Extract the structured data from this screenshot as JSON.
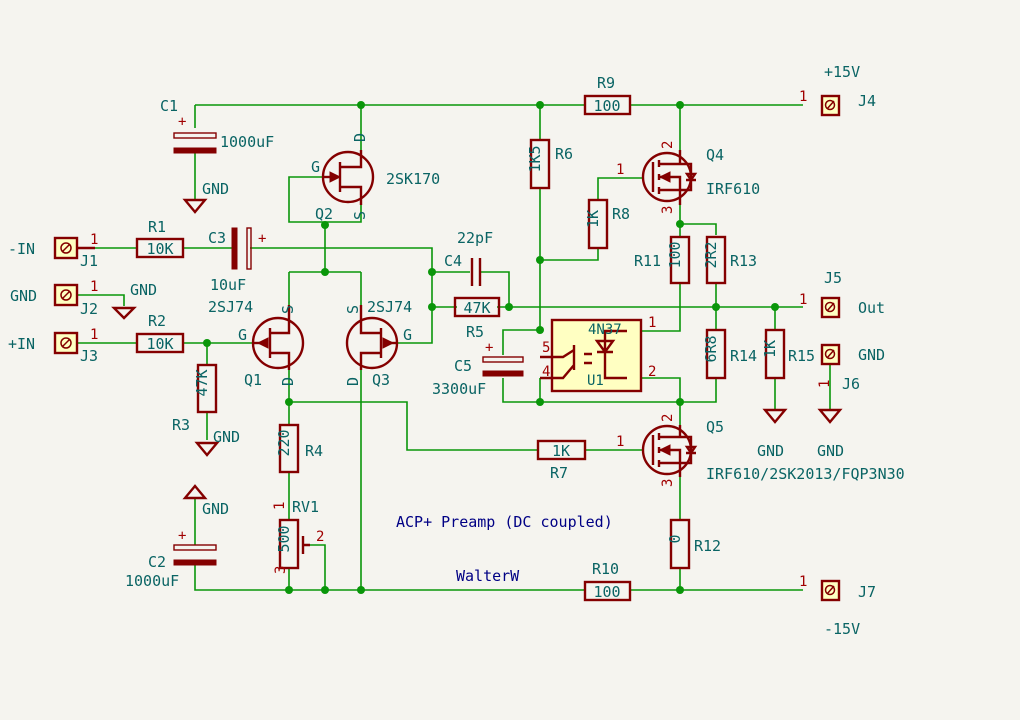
{
  "notes": {
    "title": "ACP+ Preamp (DC coupled)",
    "author": "WalterW"
  },
  "colors": {
    "wire": "#0a960a",
    "component": "#840000",
    "text": "#0a6464",
    "pin": "#a00000",
    "note": "#000084",
    "fill": "#ffffc2",
    "background": "#f5f4ef"
  },
  "power": {
    "gnd": "GND"
  },
  "pins": {
    "p1": "1",
    "p2": "2",
    "p3": "3",
    "p4": "4",
    "p5": "5",
    "g": "G",
    "s": "S",
    "d": "D",
    "plus": "+"
  },
  "connectors": {
    "J1": {
      "ref": "J1",
      "label": "-IN"
    },
    "J2": {
      "ref": "J2",
      "label": "GND"
    },
    "J3": {
      "ref": "J3",
      "label": "+IN"
    },
    "J4": {
      "ref": "J4",
      "label": "+15V"
    },
    "J5": {
      "ref": "J5",
      "label": "Out"
    },
    "J6": {
      "ref": "J6",
      "label": "GND"
    },
    "J7": {
      "ref": "J7",
      "label": "-15V"
    }
  },
  "resistors": {
    "R1": {
      "ref": "R1",
      "value": "10K"
    },
    "R2": {
      "ref": "R2",
      "value": "10K"
    },
    "R3": {
      "ref": "R3",
      "value": "47K"
    },
    "R4": {
      "ref": "R4",
      "value": "220"
    },
    "R5": {
      "ref": "R5",
      "value": "47K"
    },
    "R6": {
      "ref": "R6",
      "value": "1K5"
    },
    "R7": {
      "ref": "R7",
      "value": "1K"
    },
    "R8": {
      "ref": "R8",
      "value": "1K"
    },
    "R9": {
      "ref": "R9",
      "value": "100"
    },
    "R10": {
      "ref": "R10",
      "value": "100"
    },
    "R11": {
      "ref": "R11",
      "value": "100"
    },
    "R12": {
      "ref": "R12",
      "value": "0"
    },
    "R13": {
      "ref": "R13",
      "value": "2R2"
    },
    "R14": {
      "ref": "R14",
      "value": "6R8"
    },
    "R15": {
      "ref": "R15",
      "value": "1K"
    },
    "RV1": {
      "ref": "RV1",
      "value": "500"
    }
  },
  "capacitors": {
    "C1": {
      "ref": "C1",
      "value": "1000uF"
    },
    "C2": {
      "ref": "C2",
      "value": "1000uF"
    },
    "C3": {
      "ref": "C3",
      "value": "10uF"
    },
    "C4": {
      "ref": "C4",
      "value": "22pF"
    },
    "C5": {
      "ref": "C5",
      "value": "3300uF"
    }
  },
  "transistors": {
    "Q1": {
      "ref": "Q1",
      "value": "2SJ74"
    },
    "Q2": {
      "ref": "Q2",
      "value": "2SK170"
    },
    "Q3": {
      "ref": "Q3",
      "value": "2SJ74"
    },
    "Q4": {
      "ref": "Q4",
      "value": "IRF610"
    },
    "Q5": {
      "ref": "Q5",
      "value": "IRF610/2SK2013/FQP3N30"
    }
  },
  "optocoupler": {
    "ref": "U1",
    "value": "4N37"
  }
}
